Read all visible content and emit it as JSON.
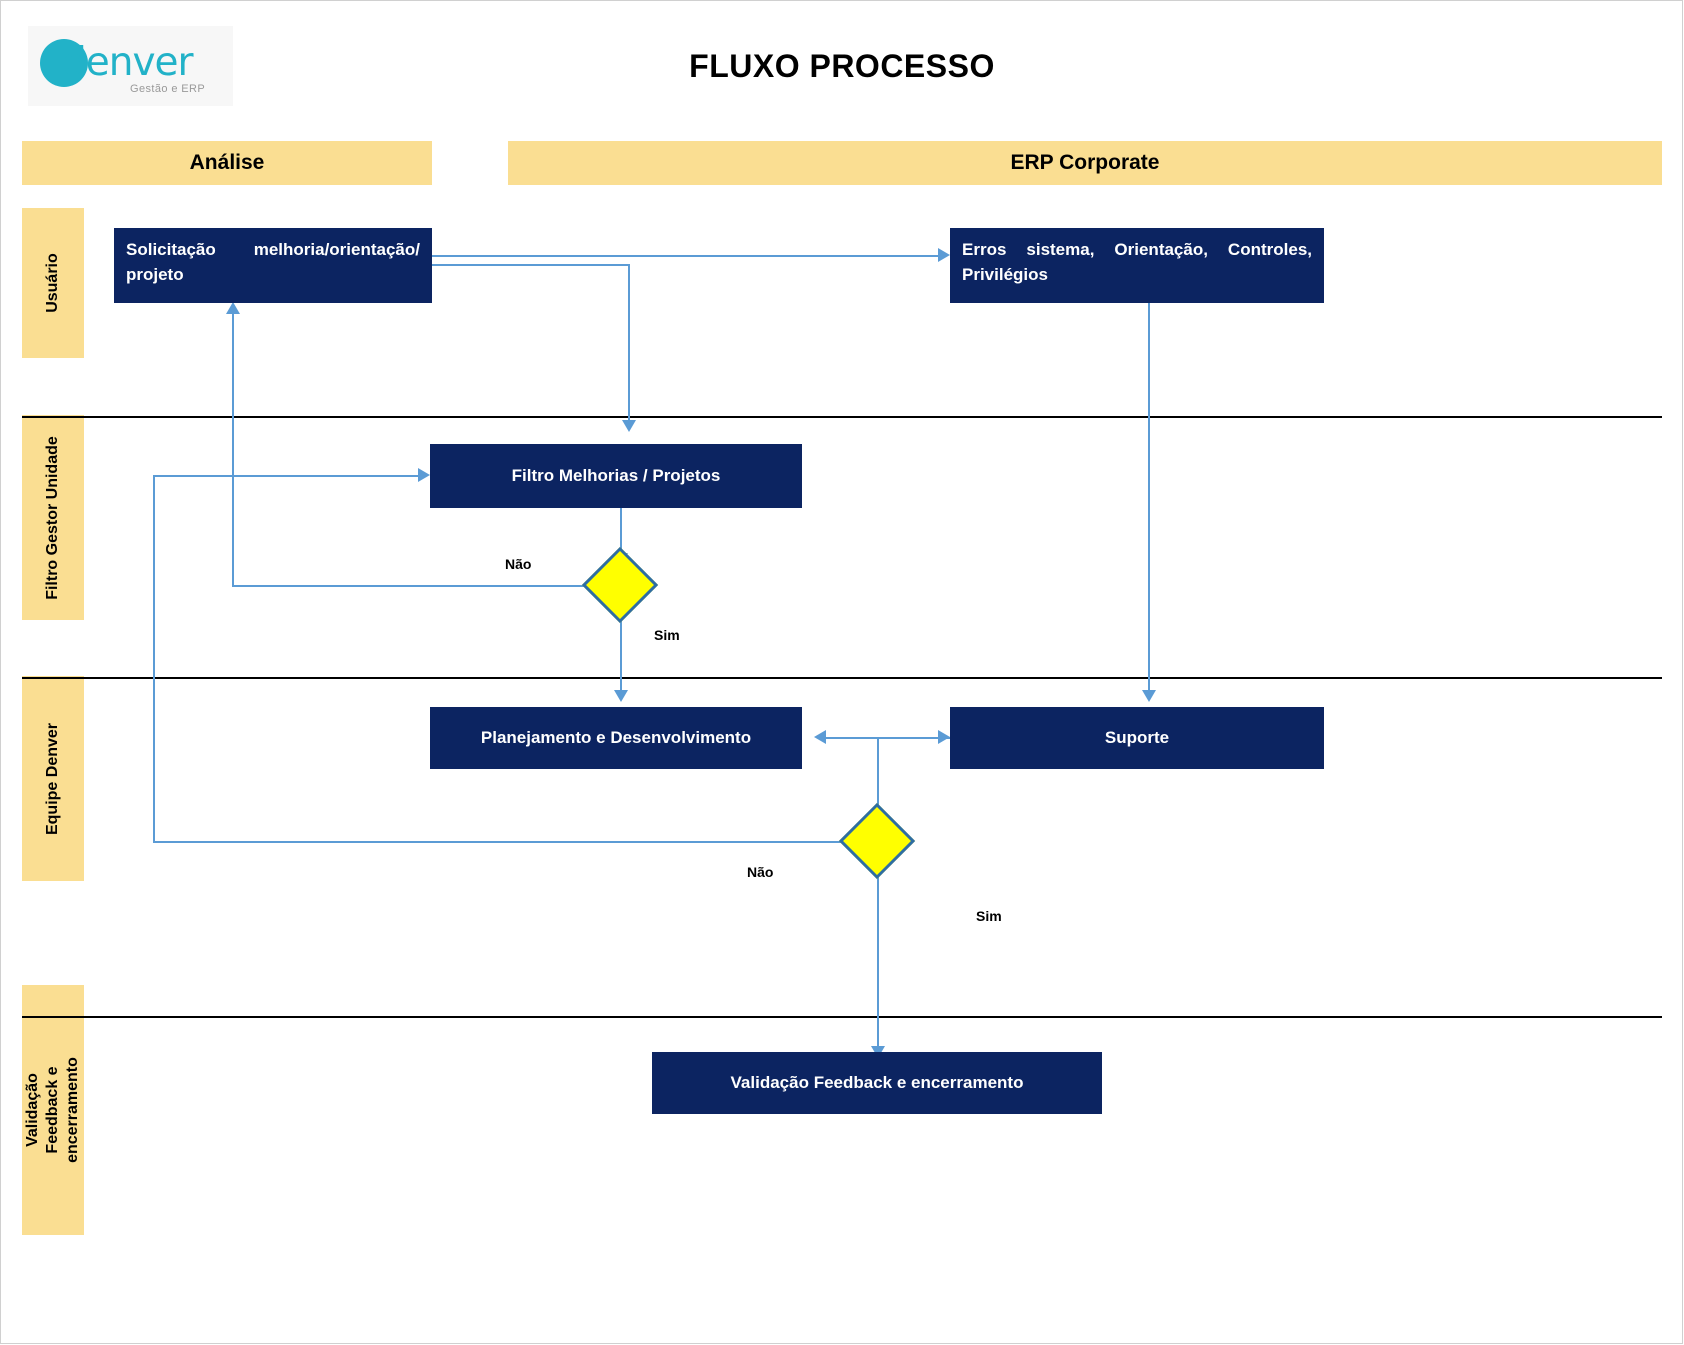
{
  "document": {
    "title": "FLUXO PROCESSO"
  },
  "logo": {
    "word": "denver",
    "tagline": "Gestão e ERP",
    "color": "#22b2c8",
    "icon": "denver-logo-icon"
  },
  "phases": [
    {
      "id": "analise",
      "label": "Análise"
    },
    {
      "id": "erp-corporate",
      "label": "ERP Corporate"
    }
  ],
  "lanes": [
    {
      "id": "usuario",
      "label": "Usuário"
    },
    {
      "id": "filtro-gestor-unidade",
      "label": "Filtro Gestor Unidade"
    },
    {
      "id": "equipe-denver",
      "label": "Equipe Denver"
    },
    {
      "id": "validacao-feedback-encerramento",
      "label": "Validação Feedback e encerramento"
    }
  ],
  "nodes": [
    {
      "id": "solicitacao",
      "type": "process",
      "label": "Solicitação melhoria/orientação/ projeto",
      "lane": "usuario",
      "phase": "analise"
    },
    {
      "id": "erros-sistema",
      "type": "process",
      "label": "Erros sistema, Orientação, Controles, Privilégios",
      "lane": "usuario",
      "phase": "erp-corporate"
    },
    {
      "id": "filtro-melhorias",
      "type": "process",
      "label": "Filtro Melhorias / Projetos",
      "lane": "filtro-gestor-unidade",
      "phase": "analise"
    },
    {
      "id": "decisao-filtro",
      "type": "decision",
      "label": "",
      "lane": "filtro-gestor-unidade",
      "phase": "analise"
    },
    {
      "id": "planejamento",
      "type": "process",
      "label": "Planejamento e Desenvolvimento",
      "lane": "equipe-denver",
      "phase": "analise"
    },
    {
      "id": "suporte",
      "type": "process",
      "label": "Suporte",
      "lane": "equipe-denver",
      "phase": "erp-corporate"
    },
    {
      "id": "decisao-equipe",
      "type": "decision",
      "label": "",
      "lane": "equipe-denver",
      "phase": "analise"
    },
    {
      "id": "validacao",
      "type": "process",
      "label": "Validação Feedback e encerramento",
      "lane": "validacao-feedback-encerramento",
      "phase": "analise"
    }
  ],
  "edge_labels": {
    "filtro_nao": "Não",
    "filtro_sim": "Sim",
    "equipe_nao": "Não",
    "equipe_sim": "Sim"
  },
  "colors": {
    "process_fill": "#0c2461",
    "process_text": "#ffffff",
    "decision_fill": "#ffff00",
    "decision_border": "#2e6da4",
    "band_fill": "#fade92",
    "connector": "#5b9bd5",
    "lane_separator": "#000000",
    "brand": "#22b2c8"
  }
}
